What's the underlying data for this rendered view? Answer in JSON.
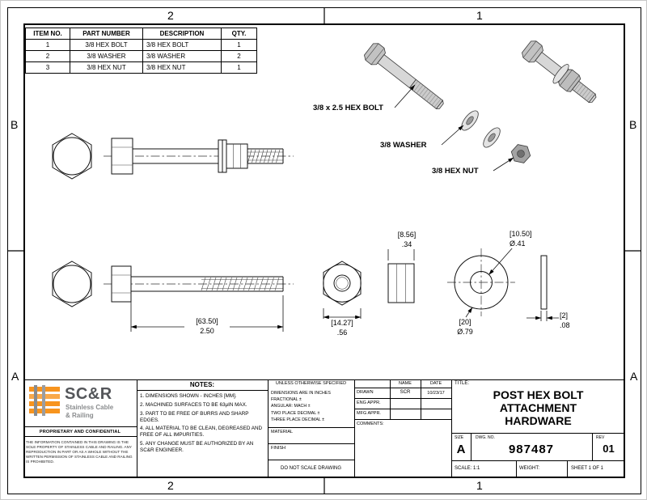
{
  "zones": {
    "top_left": "2",
    "top_right": "1",
    "bottom_left": "2",
    "bottom_right": "1",
    "left_top": "B",
    "left_bottom": "A",
    "right_top": "B",
    "right_bottom": "A"
  },
  "bom": {
    "headers": {
      "item": "ITEM NO.",
      "part": "PART NUMBER",
      "desc": "DESCRIPTION",
      "qty": "QTY."
    },
    "rows": [
      {
        "item": "1",
        "part": "3/8 HEX BOLT",
        "desc": "3/8 HEX BOLT",
        "qty": "1"
      },
      {
        "item": "2",
        "part": "3/8 WASHER",
        "desc": "3/8 WASHER",
        "qty": "2"
      },
      {
        "item": "3",
        "part": "3/8 HEX NUT",
        "desc": "3/8 HEX NUT",
        "qty": "1"
      }
    ]
  },
  "callouts": {
    "bolt": "3/8 x 2.5 HEX BOLT",
    "washer": "3/8 WASHER",
    "nut": "3/8 HEX NUT"
  },
  "dims": {
    "bolt_length": {
      "mm": "[63.50]",
      "in": "2.50"
    },
    "nut_width": {
      "mm": "[14.27]",
      "in": ".56"
    },
    "nut_thickness": {
      "mm": "[8.56]",
      "in": ".34"
    },
    "washer_hole": {
      "mm": "[10.50]",
      "in": "Ø.41"
    },
    "washer_od": {
      "mm": "[20]",
      "in": "Ø.79"
    },
    "washer_thickness": {
      "mm": "[2]",
      "in": ".08"
    }
  },
  "brand": {
    "name": "SC&R",
    "tagline1": "Stainless Cable",
    "tagline2": "& Railing",
    "confidential": "PROPRIETARY AND CONFIDENTIAL",
    "legal": "THE INFORMATION CONTAINED IN THIS DRAWING IS THE SOLE PROPERTY OF STAINLESS CABLE AND RAILING. ANY REPRODUCTION IN PART OR AS A WHOLE WITHOUT THE WRITTEN PERMISSION OF STAINLESS CABLE AND RAILING IS PROHIBITED.",
    "accent_color": "#F7941E",
    "gray_color": "#8A8C8E"
  },
  "notes": {
    "heading": "NOTES:",
    "spec": "UNLESS OTHERWISE SPECIFIED",
    "items": [
      "1. DIMENSIONS SHOWN - INCHES [MM].",
      "2. MACHINED SURFACES TO BE 63μIN MAX.",
      "3. PART TO BE FREE OF BURRS AND SHARP EDGES.",
      "4. ALL MATERIAL TO BE CLEAN, DEGREASED AND FREE OF ALL IMPURITIES.",
      "5. ANY CHANGE MUST BE AUTHORIZED BY AN SC&R ENGINEER."
    ]
  },
  "tolerances": {
    "line1": "DIMENSIONS ARE IN INCHES",
    "line2": "FRACTIONAL ±",
    "line3": "ANGULAR: MACH ±",
    "line4": "TWO PLACE DECIMAL ±",
    "line5": "THREE PLACE DECIMAL ±",
    "material": "MATERIAL",
    "finish": "FINISH",
    "do_not_scale": "DO NOT SCALE DRAWING"
  },
  "approvals": {
    "name_header": "NAME",
    "date_header": "DATE",
    "rows": [
      {
        "label": "DRAWN",
        "name": "SCR",
        "date": "10/23/17"
      },
      {
        "label": "ENG APPR.",
        "name": "",
        "date": ""
      },
      {
        "label": "MFG APPR.",
        "name": "",
        "date": ""
      }
    ],
    "comments_label": "COMMENTS:"
  },
  "title_block": {
    "title_label": "TITLE:",
    "line1": "POST HEX BOLT",
    "line2": "ATTACHMENT",
    "line3": "HARDWARE",
    "size_label": "SIZE",
    "size": "A",
    "dwg_label": "DWG.  NO.",
    "dwg_no": "987487",
    "rev_label": "REV",
    "rev": "01",
    "scale": "SCALE: 1:1",
    "weight": "WEIGHT:",
    "sheet": "SHEET 1 OF 1"
  }
}
